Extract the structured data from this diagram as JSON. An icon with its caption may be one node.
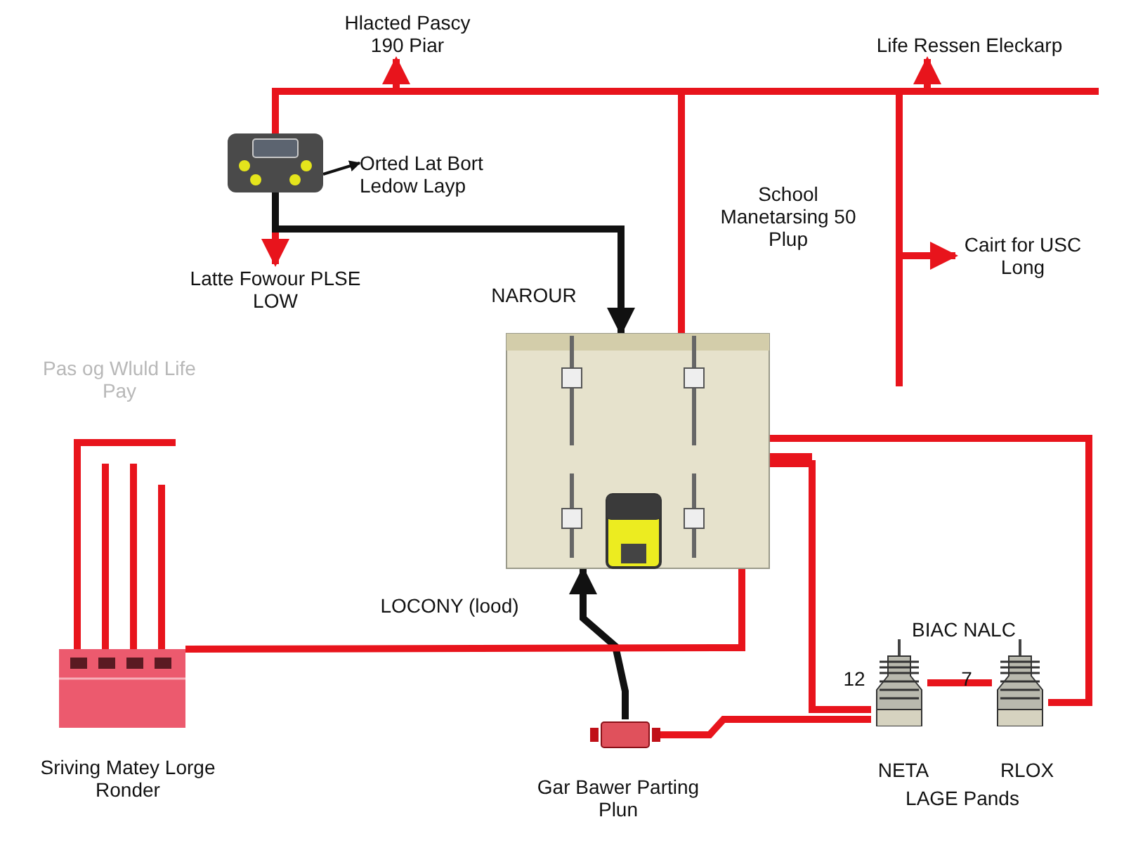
{
  "diagram": {
    "nodes": [
      {
        "text": [],
        "shape": "box"
      },
      {
        "text": [
          "Orted Lat Bort Ledow Layp"
        ]
      },
      {
        "text": [
          "Hlacted Pascy 190 Piar"
        ]
      },
      {
        "text": [
          "Life Ressen Eleckarp"
        ]
      },
      {
        "text": [
          "Latte Fowour PLSE LOW"
        ]
      },
      {
        "text": [],
        "shape": "box",
        "beside": [
          "NAROUR"
        ]
      },
      {
        "text": [
          "Cairt for USC Long"
        ]
      },
      {
        "text": [],
        "shape": "box",
        "beside": [
          "Sriving Matey Lorge Ronder"
        ]
      },
      {
        "text": [],
        "shape": "box",
        "beside": [
          "Gar Bawer Parting Plun"
        ]
      },
      {
        "text": [],
        "shape": "bulb",
        "beside": [
          "NETA"
        ]
      },
      {
        "text": [],
        "shape": "bulb",
        "beside": [
          "RLOX"
        ]
      }
    ],
    "edges": [
      {
        "from": 0,
        "to": 1,
        "arrow": "to",
        "color": "#111111"
      },
      {
        "from": 0,
        "to": 2,
        "arrow": "to"
      },
      {
        "from": 0,
        "to": 3,
        "arrow": "to"
      },
      {
        "from": 0,
        "to": 4,
        "arrow": "to"
      },
      {
        "from": 0,
        "to": 5,
        "arrow": "to",
        "color": "#111111"
      },
      {
        "from": null,
        "to": 6,
        "arrow": "to"
      },
      {
        "from": 8,
        "to": 5,
        "arrow": "to",
        "color": "#111111"
      },
      {
        "from": 7,
        "to": 5,
        "arrow": "none"
      },
      {
        "from": 8,
        "to": 9,
        "arrow": "none"
      },
      {
        "from": 9,
        "to": 10,
        "arrow": "none"
      },
      {
        "from": 5,
        "to": 9,
        "arrow": "none"
      },
      {
        "from": 10,
        "to": 5,
        "arrow": "none"
      },
      {
        "from": null,
        "to": 5,
        "arrow": "none"
      }
    ],
    "labels": [
      "School Manetarsing 50 Plup",
      "Pas og Wluld Life Pay",
      "LOCONY (lood)",
      "BIAC NALC",
      "12",
      "7",
      "LAGE Pands"
    ]
  }
}
